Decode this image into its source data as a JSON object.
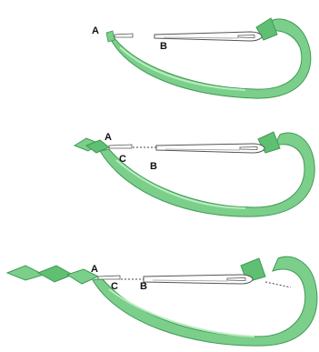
{
  "colors": {
    "ribbon": "#7ccf8a",
    "ribbon_dark": "#3f9a55",
    "ribbon_light": "#b8ecc0",
    "needle": "#ffffff",
    "needle_stroke": "#555555",
    "dash": "#444444"
  },
  "panels": [
    {
      "labels": {
        "a": "A",
        "b": "B"
      }
    },
    {
      "labels": {
        "a": "A",
        "b": "B",
        "c": "C"
      }
    },
    {
      "labels": {
        "a": "A",
        "b": "B",
        "c": "C"
      }
    }
  ]
}
